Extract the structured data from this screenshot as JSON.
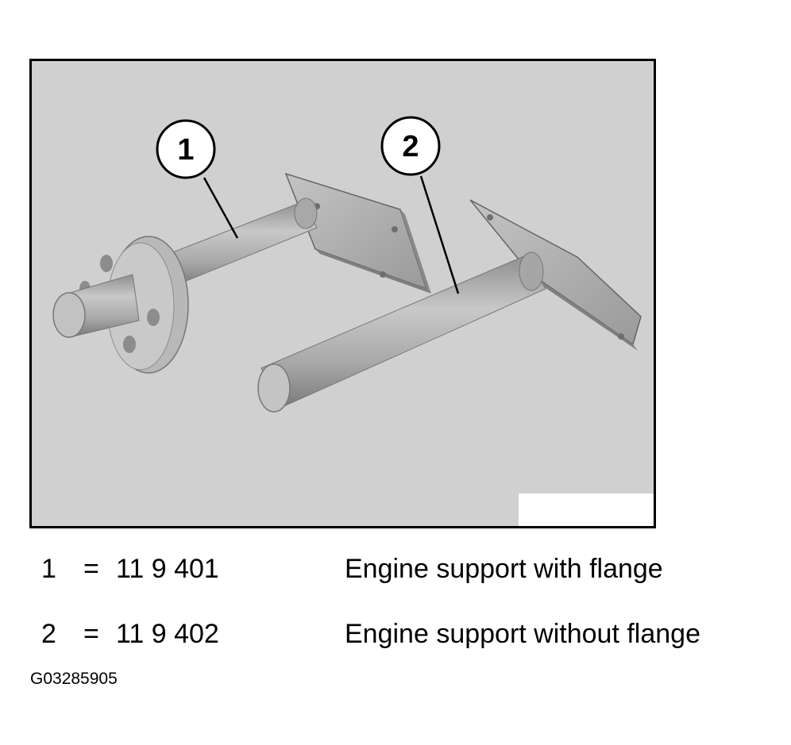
{
  "figure": {
    "callouts": [
      {
        "number": "1"
      },
      {
        "number": "2"
      }
    ]
  },
  "legend": [
    {
      "number": "1",
      "equals": "=",
      "part_number": "11 9 401",
      "description": "Engine support with flange"
    },
    {
      "number": "2",
      "equals": "=",
      "part_number": "11 9 402",
      "description": "Engine support without flange"
    }
  ],
  "figure_id": "G03285905",
  "colors": {
    "background": "#d0d0d0",
    "border": "#000000",
    "metal": "#b0b0b0"
  }
}
